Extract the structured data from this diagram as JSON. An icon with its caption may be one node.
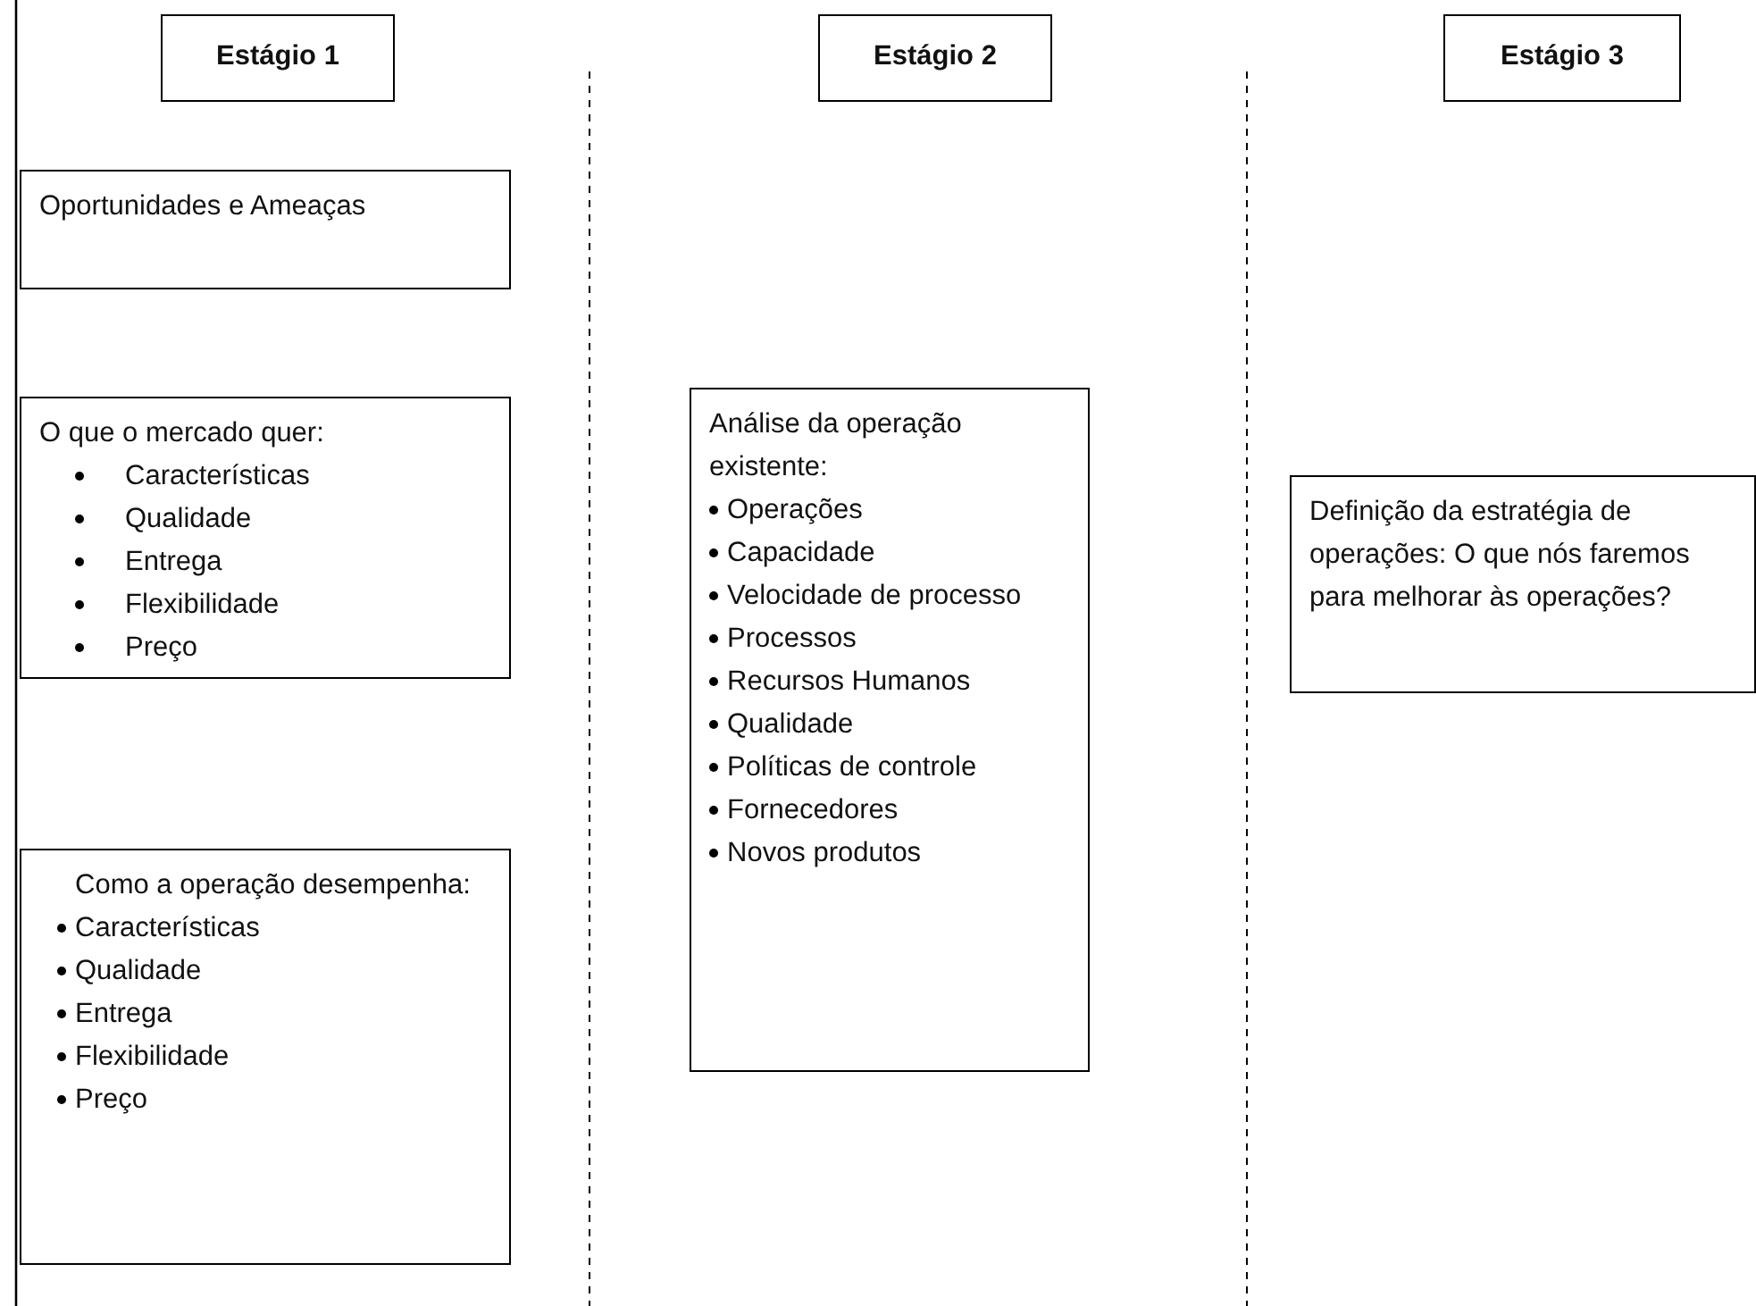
{
  "diagram": {
    "nodes": [
      {
        "text": [
          "Estágio 1"
        ]
      },
      {
        "text": [
          "Estágio 2"
        ]
      },
      {
        "text": [
          "Estágio 3"
        ]
      },
      {
        "text": [
          "Oportunidades e Ameaças"
        ]
      },
      {
        "text": [
          "O que o mercado quer:",
          "Características",
          "Qualidade",
          "Entrega",
          "Flexibilidade",
          "Preço"
        ]
      },
      {
        "text": [
          "Como a operação desempenha:",
          "Características",
          "Qualidade",
          "Entrega",
          "Flexibilidade",
          "Preço"
        ]
      },
      {
        "text": [
          "Análise da operação existente:",
          "Operações",
          "Capacidade",
          "Velocidade de processo",
          "Processos",
          "Recursos Humanos",
          "Qualidade",
          "Políticas de controle",
          "Fornecedores",
          "Novos produtos"
        ]
      },
      {
        "text": [
          "Definição da estratégia de operações: O que nós faremos para melhorar às operações?"
        ]
      }
    ]
  }
}
